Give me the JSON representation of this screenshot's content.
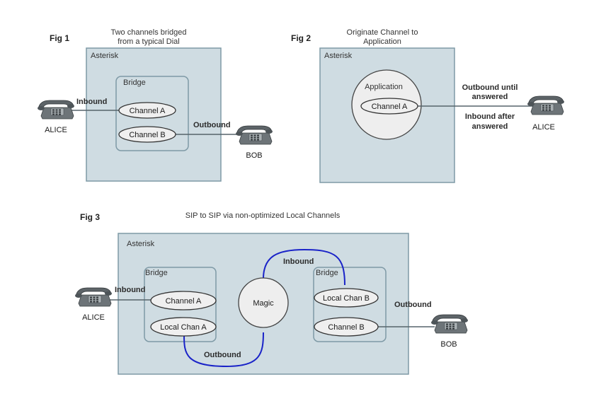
{
  "fig1": {
    "label": "Fig 1",
    "caption_line1": "Two channels bridged",
    "caption_line2": "from a typical Dial",
    "asterisk": "Asterisk",
    "bridge": "Bridge",
    "channel_a": "Channel A",
    "channel_b": "Channel B",
    "inbound": "Inbound",
    "outbound": "Outbound",
    "alice": "ALICE",
    "bob": "BOB"
  },
  "fig2": {
    "label": "Fig 2",
    "caption_line1": "Originate Channel to",
    "caption_line2": "Application",
    "asterisk": "Asterisk",
    "application": "Application",
    "channel_a": "Channel A",
    "outbound_line1": "Outbound until",
    "outbound_line2": "answered",
    "inbound_line1": "Inbound after",
    "inbound_line2": "answered",
    "alice": "ALICE"
  },
  "fig3": {
    "label": "Fig 3",
    "caption": "SIP to SIP via non-optimized Local Channels",
    "asterisk": "Asterisk",
    "bridge_left": "Bridge",
    "bridge_right": "Bridge",
    "channel_a": "Channel A",
    "local_chan_a": "Local Chan A",
    "magic": "Magic",
    "local_chan_b": "Local Chan B",
    "channel_b": "Channel B",
    "inbound_left": "Inbound",
    "inbound_top": "Inbound",
    "outbound_bottom": "Outbound",
    "outbound_right": "Outbound",
    "alice": "ALICE",
    "bob": "BOB"
  },
  "colors": {
    "container_fill": "#cfdce2",
    "container_stroke": "#7f9aa6",
    "blue_link": "#1a23c8",
    "gray_link": "#57646b"
  },
  "icons": [
    "phone-icon"
  ]
}
